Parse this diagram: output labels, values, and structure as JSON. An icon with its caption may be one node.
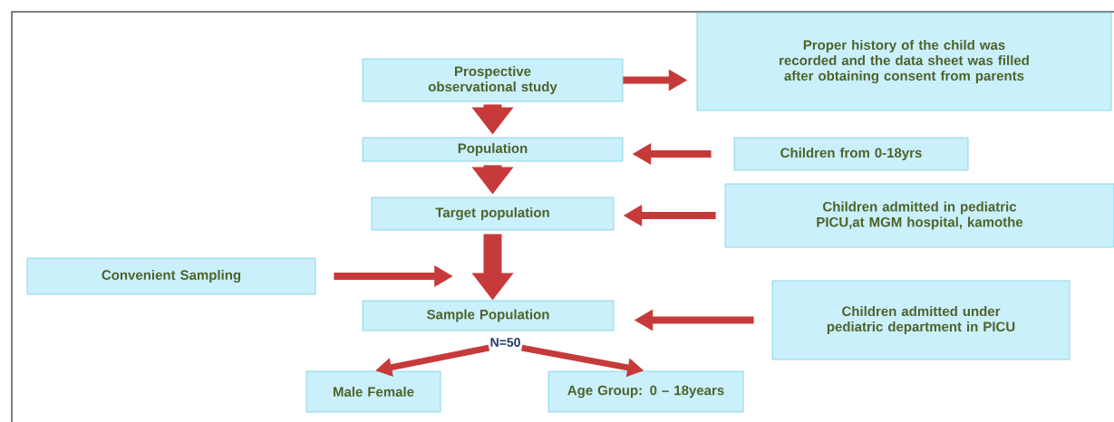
{
  "diagram": {
    "nodes": [
      {
        "text": [
          "Prospective observational study"
        ]
      },
      {
        "text": [
          "Proper history of the child was recorded and the data sheet was filled after obtaining consent from parents"
        ]
      },
      {
        "text": [
          "Population"
        ]
      },
      {
        "text": [
          "Children from 0-18yrs"
        ]
      },
      {
        "text": [
          "Target population"
        ]
      },
      {
        "text": [
          "Children admitted in pediatric PICU,at MGM hospital, kamothe"
        ]
      },
      {
        "text": [
          "Convenient Sampling"
        ]
      },
      {
        "text": [
          "Sample Population"
        ]
      },
      {
        "text": [
          "Children admitted under pediatric department in PICU"
        ]
      },
      {
        "text": [
          "N=50"
        ]
      },
      {
        "text": [
          "Male Female"
        ]
      },
      {
        "text": [
          "Age Group: 0 – 18years"
        ]
      }
    ],
    "edges": [
      {
        "from": 0,
        "to": 1,
        "arrow": "to"
      },
      {
        "from": 0,
        "to": 2,
        "arrow": "to",
        "style": "thick"
      },
      {
        "from": 3,
        "to": 2,
        "arrow": "to"
      },
      {
        "from": 2,
        "to": 4,
        "arrow": "to",
        "style": "thick"
      },
      {
        "from": 5,
        "to": 4,
        "arrow": "to"
      },
      {
        "from": 4,
        "to": 7,
        "arrow": "to",
        "style": "thick"
      },
      {
        "from": 6,
        "to": null,
        "arrow": "to"
      },
      {
        "from": 8,
        "to": 7,
        "arrow": "to"
      },
      {
        "from": 9,
        "to": 10,
        "arrow": "to"
      },
      {
        "from": 9,
        "to": 11,
        "arrow": "to"
      }
    ]
  }
}
